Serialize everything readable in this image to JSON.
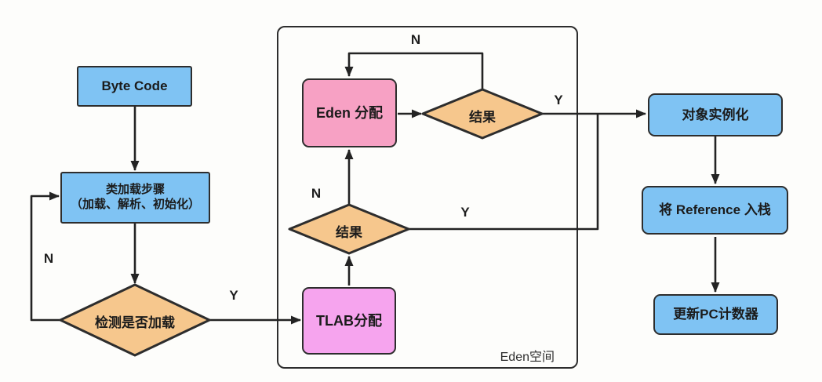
{
  "diagram": {
    "container_label": "Eden空间",
    "nodes": {
      "byte_code": {
        "label": "Byte Code"
      },
      "class_loading": {
        "label_line1": "类加载步骤",
        "label_line2": "（加载、解析、初始化）"
      },
      "check_loaded": {
        "label": "检测是否加载"
      },
      "tlab_alloc": {
        "label": "TLAB分配"
      },
      "result_tlab": {
        "label": "结果"
      },
      "eden_alloc": {
        "label": "Eden 分配"
      },
      "result_eden": {
        "label": "结果"
      },
      "instantiate": {
        "label": "对象实例化"
      },
      "push_reference": {
        "label": "将 Reference 入栈"
      },
      "update_pc": {
        "label": "更新PC计数器"
      }
    },
    "edge_labels": {
      "check_loaded_no": "N",
      "check_loaded_yes": "Y",
      "result_tlab_no": "N",
      "result_tlab_yes": "Y",
      "result_eden_no": "N",
      "result_eden_yes": "Y"
    },
    "colors": {
      "process_blue": "#7fc3f3",
      "decision_orange": "#f6c78d",
      "eden_pink": "#f7a1c4",
      "tlab_violet": "#f6a4ee",
      "border_dark": "#2d2d2d",
      "background": "#fdfdfb"
    }
  }
}
